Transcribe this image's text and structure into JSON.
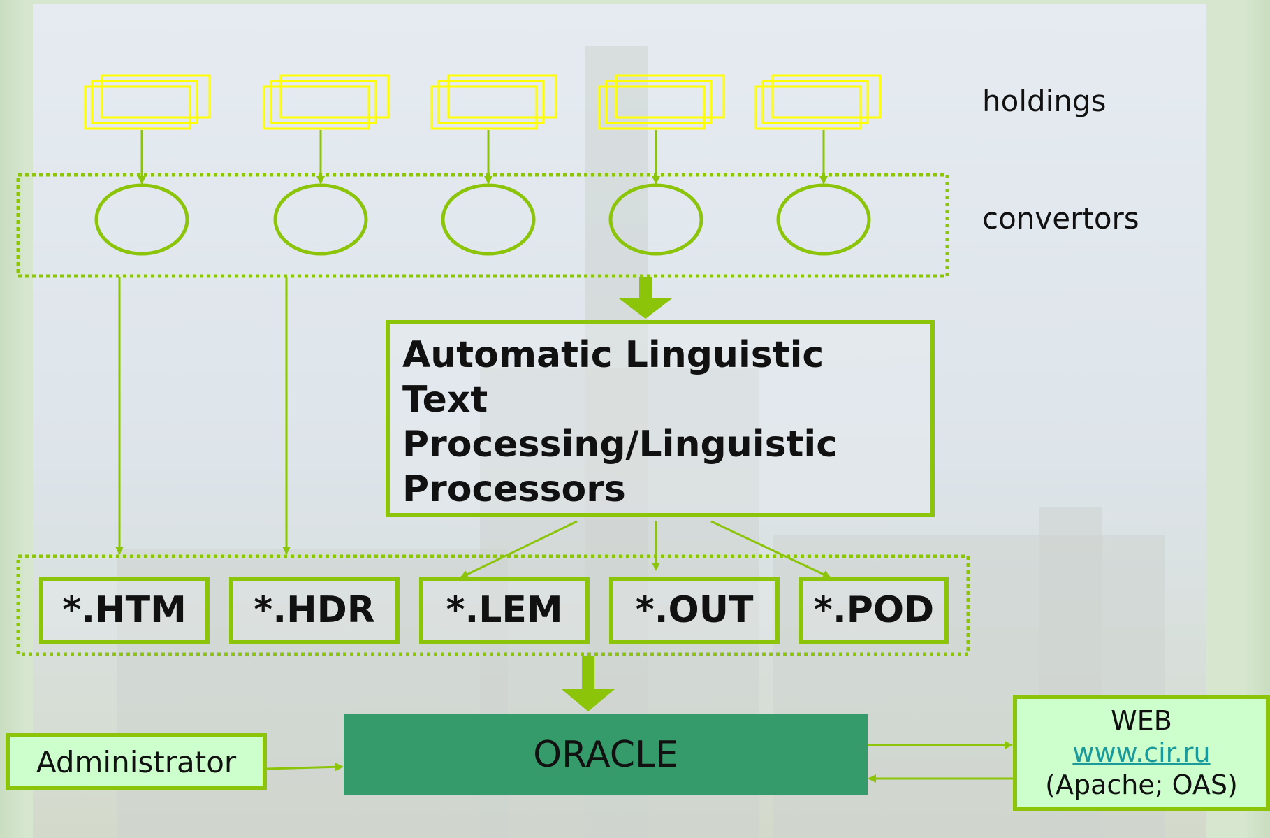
{
  "diagram": {
    "labels": {
      "holdings": "holdings",
      "convertors": "convertors"
    },
    "processor": {
      "lines": [
        "Automatic Linguistic",
        "Text",
        "Processing/Linguistic",
        "Processors"
      ]
    },
    "files": [
      "*.HTM",
      "*.HDR",
      "*.LEM",
      "*.OUT",
      "*.POD"
    ],
    "oracle": "ORACLE",
    "administrator": "Administrator",
    "web": {
      "title": "WEB",
      "link": "www.cir.ru",
      "servers": "(Apache; OAS)"
    },
    "colors": {
      "accent": "#8cc40a",
      "holdings": "#ffff00",
      "oracle": "#369b6b",
      "light_box": "#ccffcc",
      "link": "#1a9a9a"
    }
  }
}
